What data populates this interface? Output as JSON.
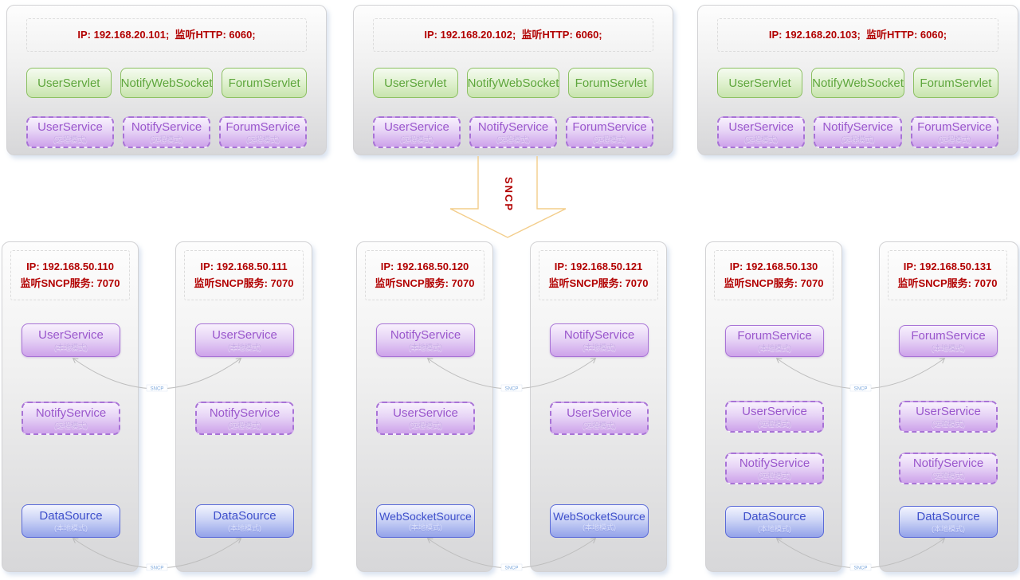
{
  "diagram": {
    "arrow_label": "SNCP",
    "connection_label": "SNCP"
  },
  "top_servers": [
    {
      "header": "IP: 192.168.20.101;  监听HTTP: 6060;",
      "servlets": [
        "UserServlet",
        "NotifyWebSocket",
        "ForumServlet"
      ],
      "services": [
        {
          "name": "UserService",
          "mode": "(远程模式)"
        },
        {
          "name": "NotifyService",
          "mode": "(远程模式)"
        },
        {
          "name": "ForumService",
          "mode": "(远程模式)"
        }
      ]
    },
    {
      "header": "IP: 192.168.20.102;  监听HTTP: 6060;",
      "servlets": [
        "UserServlet",
        "NotifyWebSocket",
        "ForumServlet"
      ],
      "services": [
        {
          "name": "UserService",
          "mode": "(远程模式)"
        },
        {
          "name": "NotifyService",
          "mode": "(远程模式)"
        },
        {
          "name": "ForumService",
          "mode": "(远程模式)"
        }
      ]
    },
    {
      "header": "IP: 192.168.20.103;  监听HTTP: 6060;",
      "servlets": [
        "UserServlet",
        "NotifyWebSocket",
        "ForumServlet"
      ],
      "services": [
        {
          "name": "UserService",
          "mode": "(远程模式)"
        },
        {
          "name": "NotifyService",
          "mode": "(远程模式)"
        },
        {
          "name": "ForumService",
          "mode": "(远程模式)"
        }
      ]
    }
  ],
  "bottom_servers": [
    {
      "ip": "IP: 192.168.50.110",
      "listen": "监听SNCP服务: 7070",
      "services": [
        {
          "name": "UserService",
          "mode": "(本地模式)"
        },
        {
          "name": "NotifyService",
          "mode": "(远程模式)"
        },
        {
          "name": "DataSource",
          "mode": "(本地模式)"
        }
      ]
    },
    {
      "ip": "IP: 192.168.50.111",
      "listen": "监听SNCP服务: 7070",
      "services": [
        {
          "name": "UserService",
          "mode": "(本地模式)"
        },
        {
          "name": "NotifyService",
          "mode": "(远程模式)"
        },
        {
          "name": "DataSource",
          "mode": "(本地模式)"
        }
      ]
    },
    {
      "ip": "IP: 192.168.50.120",
      "listen": "监听SNCP服务: 7070",
      "services": [
        {
          "name": "NotifyService",
          "mode": "(本地模式)"
        },
        {
          "name": "UserService",
          "mode": "(远程模式)"
        },
        {
          "name": "WebSocketSource",
          "mode": "(本地模式)"
        }
      ]
    },
    {
      "ip": "IP: 192.168.50.121",
      "listen": "监听SNCP服务: 7070",
      "services": [
        {
          "name": "NotifyService",
          "mode": "(本地模式)"
        },
        {
          "name": "UserService",
          "mode": "(远程模式)"
        },
        {
          "name": "WebSocketSource",
          "mode": "(本地模式)"
        }
      ]
    },
    {
      "ip": "IP: 192.168.50.130",
      "listen": "监听SNCP服务: 7070",
      "services": [
        {
          "name": "ForumService",
          "mode": "(本地模式)"
        },
        {
          "name": "UserService",
          "mode": "(远程模式)"
        },
        {
          "name": "NotifyService",
          "mode": "(远程模式)"
        },
        {
          "name": "DataSource",
          "mode": "(本地模式)"
        }
      ]
    },
    {
      "ip": "IP: 192.168.50.131",
      "listen": "监听SNCP服务: 7070",
      "services": [
        {
          "name": "ForumService",
          "mode": "(本地模式)"
        },
        {
          "name": "UserService",
          "mode": "(远程模式)"
        },
        {
          "name": "NotifyService",
          "mode": "(远程模式)"
        },
        {
          "name": "DataSource",
          "mode": "(本地模式)"
        }
      ]
    }
  ]
}
